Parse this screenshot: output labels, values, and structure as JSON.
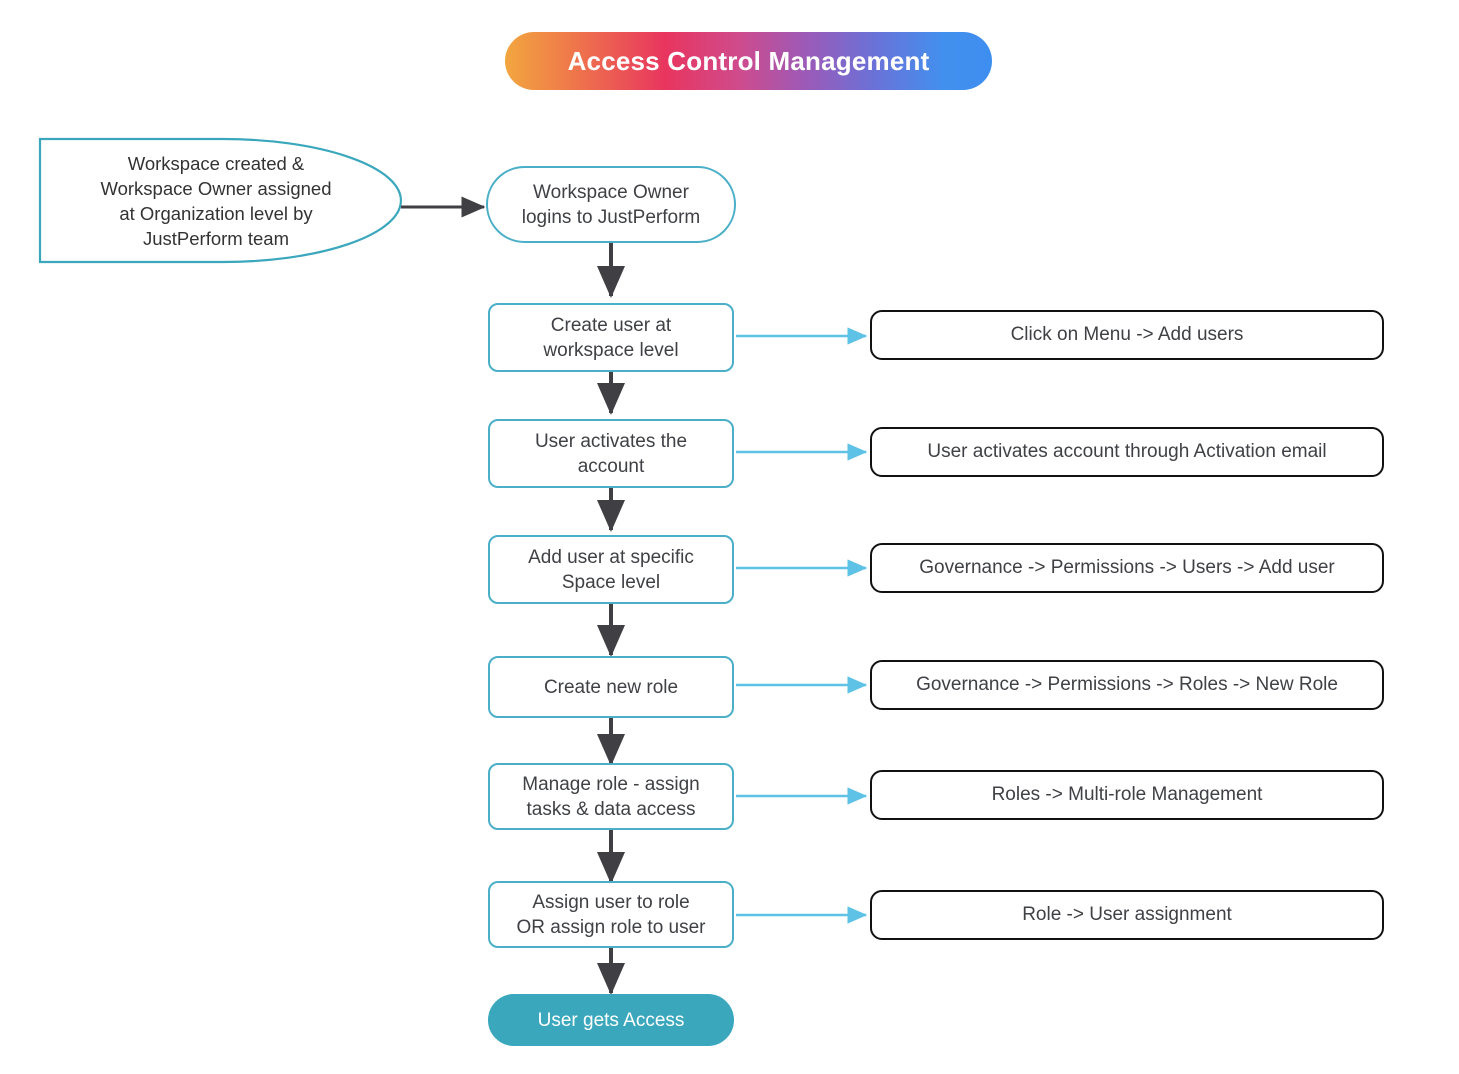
{
  "title": {
    "text": "Access Control Management",
    "gradient_from": "#f2a63f",
    "gradient_mid_1": "#e8355f",
    "gradient_mid_2": "#9b5ab8",
    "gradient_to": "#3e8ef0"
  },
  "colors": {
    "node_border": "#4bafc8",
    "terminal_fill": "#3aa7bd",
    "annotation_border": "#111111",
    "main_arrow": "#3f3f44",
    "branch_arrow": "#5ec2e6",
    "text": "#3f4145"
  },
  "source": {
    "label": "Workspace created &\nWorkspace Owner assigned\nat Organization level by\nJustPerform team"
  },
  "flow": {
    "nodes": [
      {
        "id": "login",
        "label": "Workspace Owner\nlogins to JustPerform",
        "shape": "stadium"
      },
      {
        "id": "create-user",
        "label": "Create user at\nworkspace level",
        "shape": "rounded"
      },
      {
        "id": "activate",
        "label": "User activates the\naccount",
        "shape": "rounded"
      },
      {
        "id": "add-user",
        "label": "Add user at specific\nSpace level",
        "shape": "rounded"
      },
      {
        "id": "create-role",
        "label": "Create new role",
        "shape": "rounded"
      },
      {
        "id": "manage-role",
        "label": "Manage role - assign\ntasks & data access",
        "shape": "rounded"
      },
      {
        "id": "assign-user",
        "label": "Assign user to role\nOR assign role to user",
        "shape": "rounded"
      },
      {
        "id": "access",
        "label": "User gets Access",
        "shape": "terminal"
      }
    ]
  },
  "annotations": [
    {
      "id": "annot-add-users",
      "label": "Click on Menu -> Add users"
    },
    {
      "id": "annot-activation",
      "label": "User activates account through Activation email"
    },
    {
      "id": "annot-add-user-space",
      "label": "Governance -> Permissions  -> Users -> Add user"
    },
    {
      "id": "annot-new-role",
      "label": "Governance -> Permissions  -> Roles -> New Role"
    },
    {
      "id": "annot-multi-role",
      "label": "Roles -> Multi-role Management"
    },
    {
      "id": "annot-user-assign",
      "label": "Role -> User assignment"
    }
  ]
}
